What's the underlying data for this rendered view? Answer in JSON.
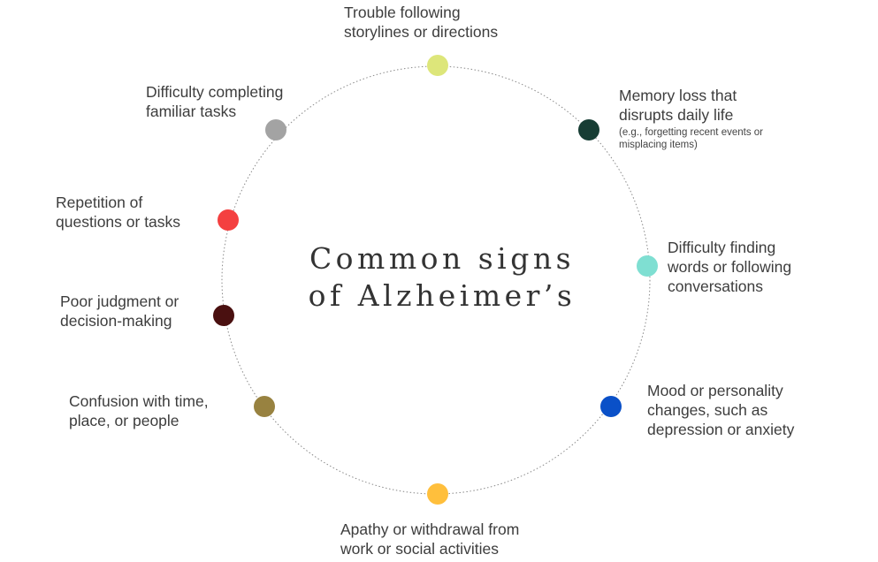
{
  "title": {
    "line1": "Common signs",
    "line2": "of Alzheimer’s"
  },
  "signs": [
    {
      "id": "trouble-following",
      "lines": [
        "Trouble following",
        "storylines or directions"
      ],
      "color": "#dde67a"
    },
    {
      "id": "memory-loss",
      "lines": [
        "Memory loss that",
        "disrupts daily life"
      ],
      "note": [
        "(e.g., forgetting recent events or",
        "misplacing items)"
      ],
      "color": "#173d34"
    },
    {
      "id": "difficulty-finding-words",
      "lines": [
        "Difficulty finding",
        "words or following",
        "conversations"
      ],
      "color": "#7fdfd2"
    },
    {
      "id": "mood-changes",
      "lines": [
        "Mood or personality",
        "changes, such as",
        "depression or anxiety"
      ],
      "color": "#0a50c8"
    },
    {
      "id": "apathy",
      "lines": [
        "Apathy or withdrawal from",
        "work or social activities"
      ],
      "color": "#ffbf3c"
    },
    {
      "id": "confusion",
      "lines": [
        "Confusion with time,",
        "place, or people"
      ],
      "color": "#988240"
    },
    {
      "id": "poor-judgment",
      "lines": [
        "Poor judgment or",
        "decision-making"
      ],
      "color": "#4a1010"
    },
    {
      "id": "repetition",
      "lines": [
        "Repetition of",
        "questions or tasks"
      ],
      "color": "#f44040"
    },
    {
      "id": "difficulty-completing",
      "lines": [
        "Difficulty completing",
        "familiar tasks"
      ],
      "color": "#a3a3a3"
    }
  ]
}
